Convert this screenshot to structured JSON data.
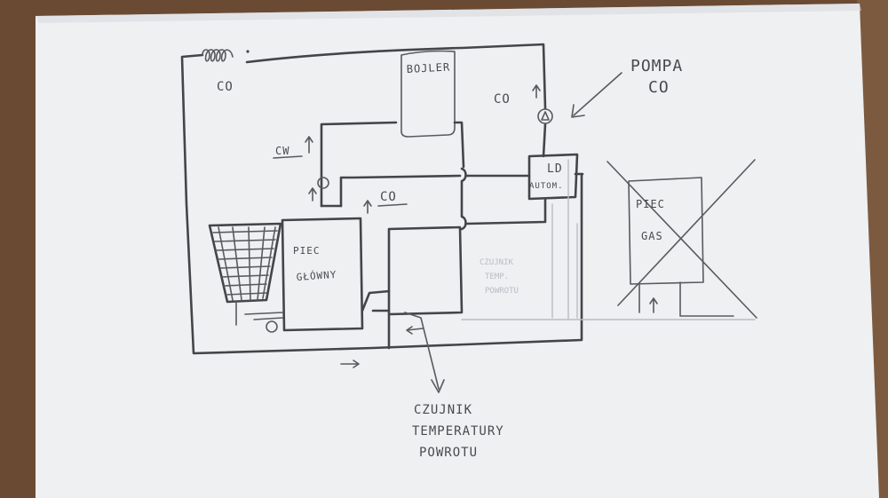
{
  "labels": {
    "co_top": "CO",
    "bojler": "BOJLER",
    "co_right": "CO",
    "cw": "CW",
    "co_mid": "CO",
    "pompa_line1": "POMPA",
    "pompa_line2": "CO",
    "ld_line1": "LD",
    "ld_line2": "AUTOM.",
    "piec_gas_line1": "PIEC",
    "piec_gas_line2": "GAS",
    "piec_main_line1": "PIEC",
    "piec_main_line2": "GŁÓWNY",
    "czujnik_line1": "CZUJNIK",
    "czujnik_line2": "TEMPERATURY",
    "czujnik_line3": "POWROTU",
    "faint_line1": "CZUJNIK",
    "faint_line2": "TEMP.",
    "faint_line3": "POWROTU"
  },
  "colors": {
    "table": "#6b4a33",
    "paper": "#eef0f2",
    "ink": "#454549"
  }
}
